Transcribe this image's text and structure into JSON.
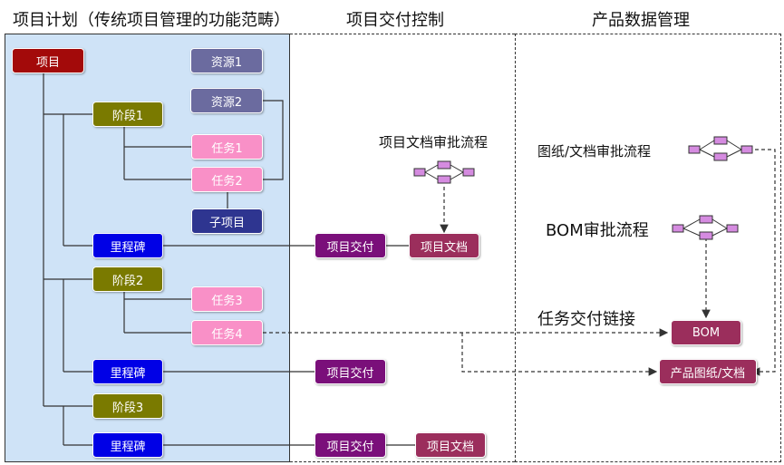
{
  "sections": {
    "project_plan": "项目计划（传统项目管理的功能范畴）",
    "delivery_control": "项目交付控制",
    "pdm": "产品数据管理"
  },
  "labels": {
    "doc_approval_flow": "项目文档审批流程",
    "drawing_approval_flow": "图纸/文档审批流程",
    "bom_approval_flow": "BOM审批流程",
    "task_delivery_link": "任务交付链接"
  },
  "nodes": {
    "project": "项目",
    "resource1": "资源1",
    "resource2": "资源2",
    "phase1": "阶段1",
    "task1": "任务1",
    "task2": "任务2",
    "subproject": "子项目",
    "milestone1": "里程碑",
    "phase2": "阶段2",
    "task3": "任务3",
    "task4": "任务4",
    "milestone2": "里程碑",
    "phase3": "阶段3",
    "milestone3": "里程碑",
    "delivery1": "项目交付",
    "delivery2": "项目交付",
    "delivery3": "项目交付",
    "document1": "项目文档",
    "document2": "项目文档",
    "bom": "BOM",
    "product_docs": "产品图纸/文档"
  },
  "colors": {
    "panel_fill": "#cfe3f7",
    "project": "#a30a0a",
    "resource": "#6b6b9f",
    "phase": "#7a7a00",
    "task": "#f990c7",
    "subproject": "#2e3590",
    "milestone": "#0000e6",
    "delivery": "#7a0f7a",
    "document": "#9b2e5c",
    "flow_box": "#d58be0"
  }
}
